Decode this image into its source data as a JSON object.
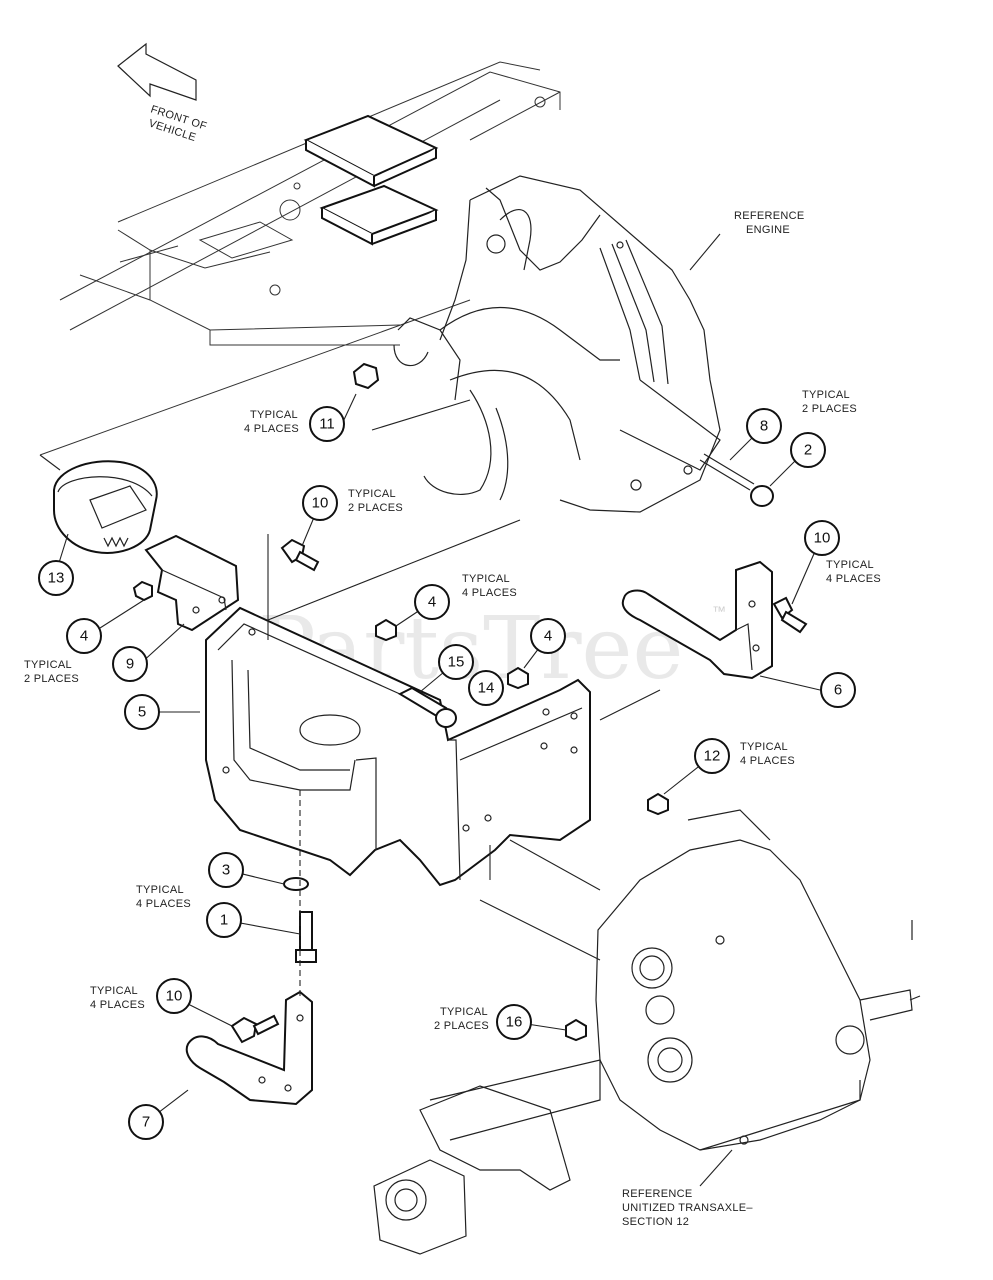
{
  "watermark": "PartsTree",
  "watermark_mark": "™",
  "direction_label": [
    "FRONT OF",
    "VEHICLE"
  ],
  "notes": {
    "reference_engine": [
      "REFERENCE",
      "ENGINE"
    ],
    "reference_transaxle": [
      "REFERENCE",
      "UNITIZED TRANSAXLE–",
      "SECTION 12"
    ],
    "typical_2_places": [
      "TYPICAL",
      "2 PLACES"
    ],
    "typical_4_places": [
      "TYPICAL",
      "4 PLACES"
    ]
  },
  "callouts": [
    "1",
    "2",
    "3",
    "4",
    "5",
    "6",
    "7",
    "8",
    "9",
    "10",
    "11",
    "12",
    "13",
    "14",
    "15",
    "16"
  ]
}
